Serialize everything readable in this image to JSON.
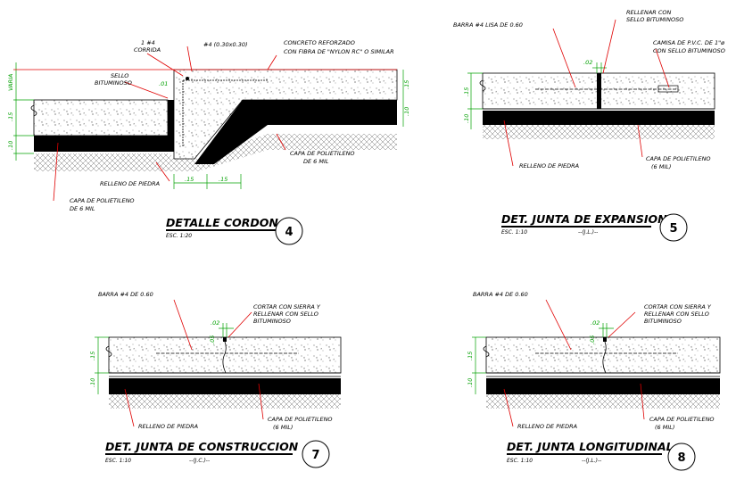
{
  "d4": {
    "label_bar": "1 #4",
    "label_corrida": "CORRIDA",
    "label_grid": "#4 (0.30x0.30)",
    "label_concreto_1": "CONCRETO REFORZADO",
    "label_concreto_2": "CON FIBRA DE \"NYLON RC\" O SIMILAR",
    "label_sello_1": "SELLO",
    "label_sello_2": "BITUMINOSO",
    "dim_01": ".01",
    "dim_var": "VARIA",
    "dim_15a": ".15",
    "dim_10a": ".10",
    "dim_15r": ".15",
    "dim_10r": ".10",
    "dim_15b1": ".15",
    "dim_15b2": ".15",
    "label_capa_r1": "CAPA DE POLIETILENO",
    "label_capa_r2": "DE 6 MIL",
    "label_relleno": "RELLENO DE PIEDRA",
    "label_capa_l1": "CAPA DE POLIETILENO",
    "label_capa_l2": "DE 6 MIL",
    "title": "DETALLE CORDON",
    "esc": "ESC. 1:20",
    "number": "4"
  },
  "d5": {
    "label_barra": "BARRA #4 LISA DE 0.60",
    "label_rellenar_1": "RELLENAR CON",
    "label_rellenar_2": "SELLO BITUMINOSO",
    "label_camisa_1": "CAMISA DE P.V.C. DE 1\"ø",
    "label_camisa_2": "CON SELLO BITUMINOSO",
    "dim_02": ".02",
    "dim_15": ".15",
    "dim_10": ".10",
    "label_relleno": "RELLENO DE PIEDRA",
    "label_capa_1": "CAPA DE POLIETILENO",
    "label_capa_2": "(6 MIL)",
    "title": "DET. JUNTA DE EXPANSION",
    "esc": "ESC. 1:10",
    "jl": "--(J.L.)--",
    "number": "5"
  },
  "d7": {
    "label_barra": "BARRA #4 DE 0.60",
    "label_cortar_1": "CORTAR CON SIERRA Y",
    "label_cortar_2": "RELLENAR CON SELLO",
    "label_cortar_3": "BITUMINOSO",
    "dim_02": ".02",
    "dim_05": ".05",
    "dim_15": ".15",
    "dim_10": ".10",
    "label_relleno": "RELLENO DE PIEDRA",
    "label_capa_1": "CAPA DE POLIETILENO",
    "label_capa_2": "(6 MIL)",
    "title": "DET. JUNTA DE CONSTRUCCION",
    "esc": "ESC. 1:10",
    "jc": "--(J.C.)--",
    "number": "7"
  },
  "d8": {
    "label_barra": "BARRA #4 DE 0.60",
    "label_cortar_1": "CORTAR CON SIERRA Y",
    "label_cortar_2": "RELLENAR CON SELLO",
    "label_cortar_3": "BITUMINOSO",
    "dim_02": ".02",
    "dim_05": ".05",
    "dim_15": ".15",
    "dim_10": ".10",
    "label_relleno": "RELLENO DE PIEDRA",
    "label_capa_1": "CAPA DE POLIETILENO",
    "label_capa_2": "(6 MIL)",
    "title": "DET. JUNTA LONGITUDINAL",
    "esc": "ESC. 1:10",
    "jl": "--(J.L.)--",
    "number": "8"
  }
}
